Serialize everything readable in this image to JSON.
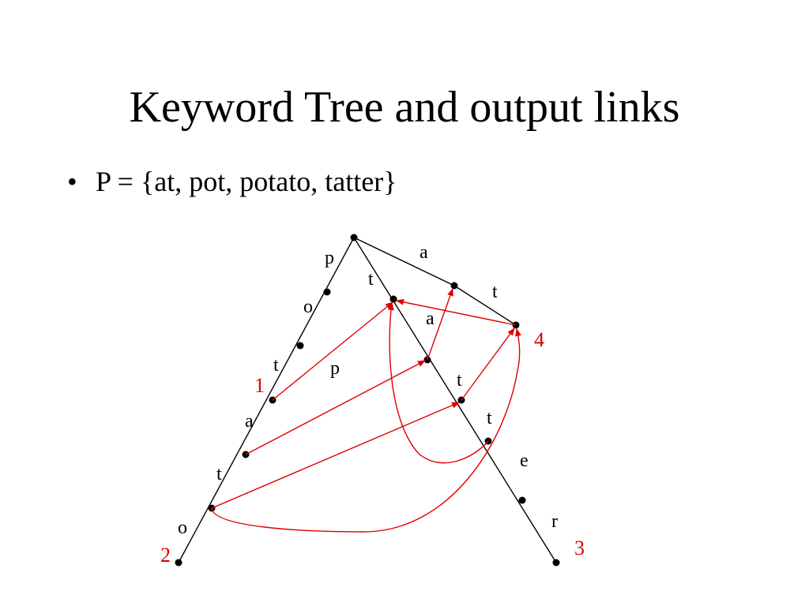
{
  "slide": {
    "title": "Keyword Tree and output links",
    "bullet_symbol": "•",
    "bullet_text": "P = {at, pot, potato, tatter}"
  },
  "colors": {
    "tree": "#000000",
    "output_link": "#e00000",
    "marker_label": "#e00000"
  },
  "edge_labels": {
    "p": "p",
    "o": "o",
    "t_left": "t",
    "a_left": "a",
    "t_left2": "t",
    "o_left": "o",
    "t_mid": "t",
    "p_mid": "p",
    "t_mid2": "t",
    "t_mid3": "t",
    "e": "e",
    "r": "r",
    "a_top": "a",
    "t_top": "t",
    "a_mid": "a"
  },
  "markers": {
    "m1": "1",
    "m2": "2",
    "m3": "3",
    "m4": "4"
  }
}
